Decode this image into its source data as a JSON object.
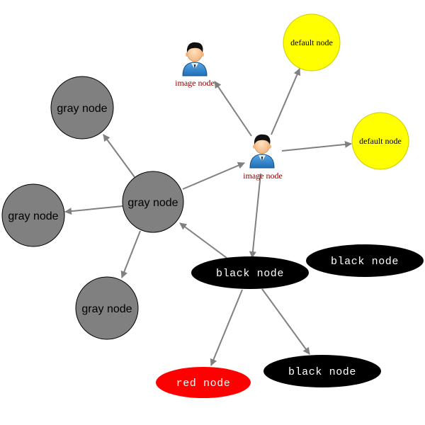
{
  "diagram": {
    "colors": {
      "edge": "#808080",
      "gray_node": "#808080",
      "default_node": "#ffff00",
      "default_node_border": "#cccc00",
      "black_node": "#000000",
      "red_node": "#ff0000",
      "image_label": "#8b0000"
    },
    "nodes": [
      {
        "id": "image-top",
        "kind": "image",
        "icon": "user-icon",
        "label": "image node"
      },
      {
        "id": "image-center",
        "kind": "image",
        "icon": "user-icon",
        "label": "image node"
      },
      {
        "id": "default-top",
        "kind": "default",
        "label": "default node"
      },
      {
        "id": "default-right",
        "kind": "default",
        "label": "default node"
      },
      {
        "id": "gray-center",
        "kind": "gray",
        "label": "gray node"
      },
      {
        "id": "gray-top",
        "kind": "gray",
        "label": "gray node"
      },
      {
        "id": "gray-left",
        "kind": "gray",
        "label": "gray node"
      },
      {
        "id": "gray-bottom",
        "kind": "gray",
        "label": "gray node"
      },
      {
        "id": "black-center",
        "kind": "black",
        "label": "black node"
      },
      {
        "id": "black-right",
        "kind": "black",
        "label": "black node"
      },
      {
        "id": "black-bottom",
        "kind": "black",
        "label": "black node"
      },
      {
        "id": "red-bottom",
        "kind": "red",
        "label": "red node"
      }
    ],
    "edges": [
      {
        "from": "image-center",
        "to": "image-top"
      },
      {
        "from": "image-center",
        "to": "default-top"
      },
      {
        "from": "image-center",
        "to": "default-right"
      },
      {
        "from": "image-center",
        "to": "black-center"
      },
      {
        "from": "gray-center",
        "to": "image-center"
      },
      {
        "from": "gray-center",
        "to": "gray-top"
      },
      {
        "from": "gray-center",
        "to": "gray-left"
      },
      {
        "from": "gray-center",
        "to": "gray-bottom"
      },
      {
        "from": "black-center",
        "to": "gray-center"
      },
      {
        "from": "black-center",
        "to": "red-bottom"
      },
      {
        "from": "black-center",
        "to": "black-bottom"
      }
    ]
  }
}
